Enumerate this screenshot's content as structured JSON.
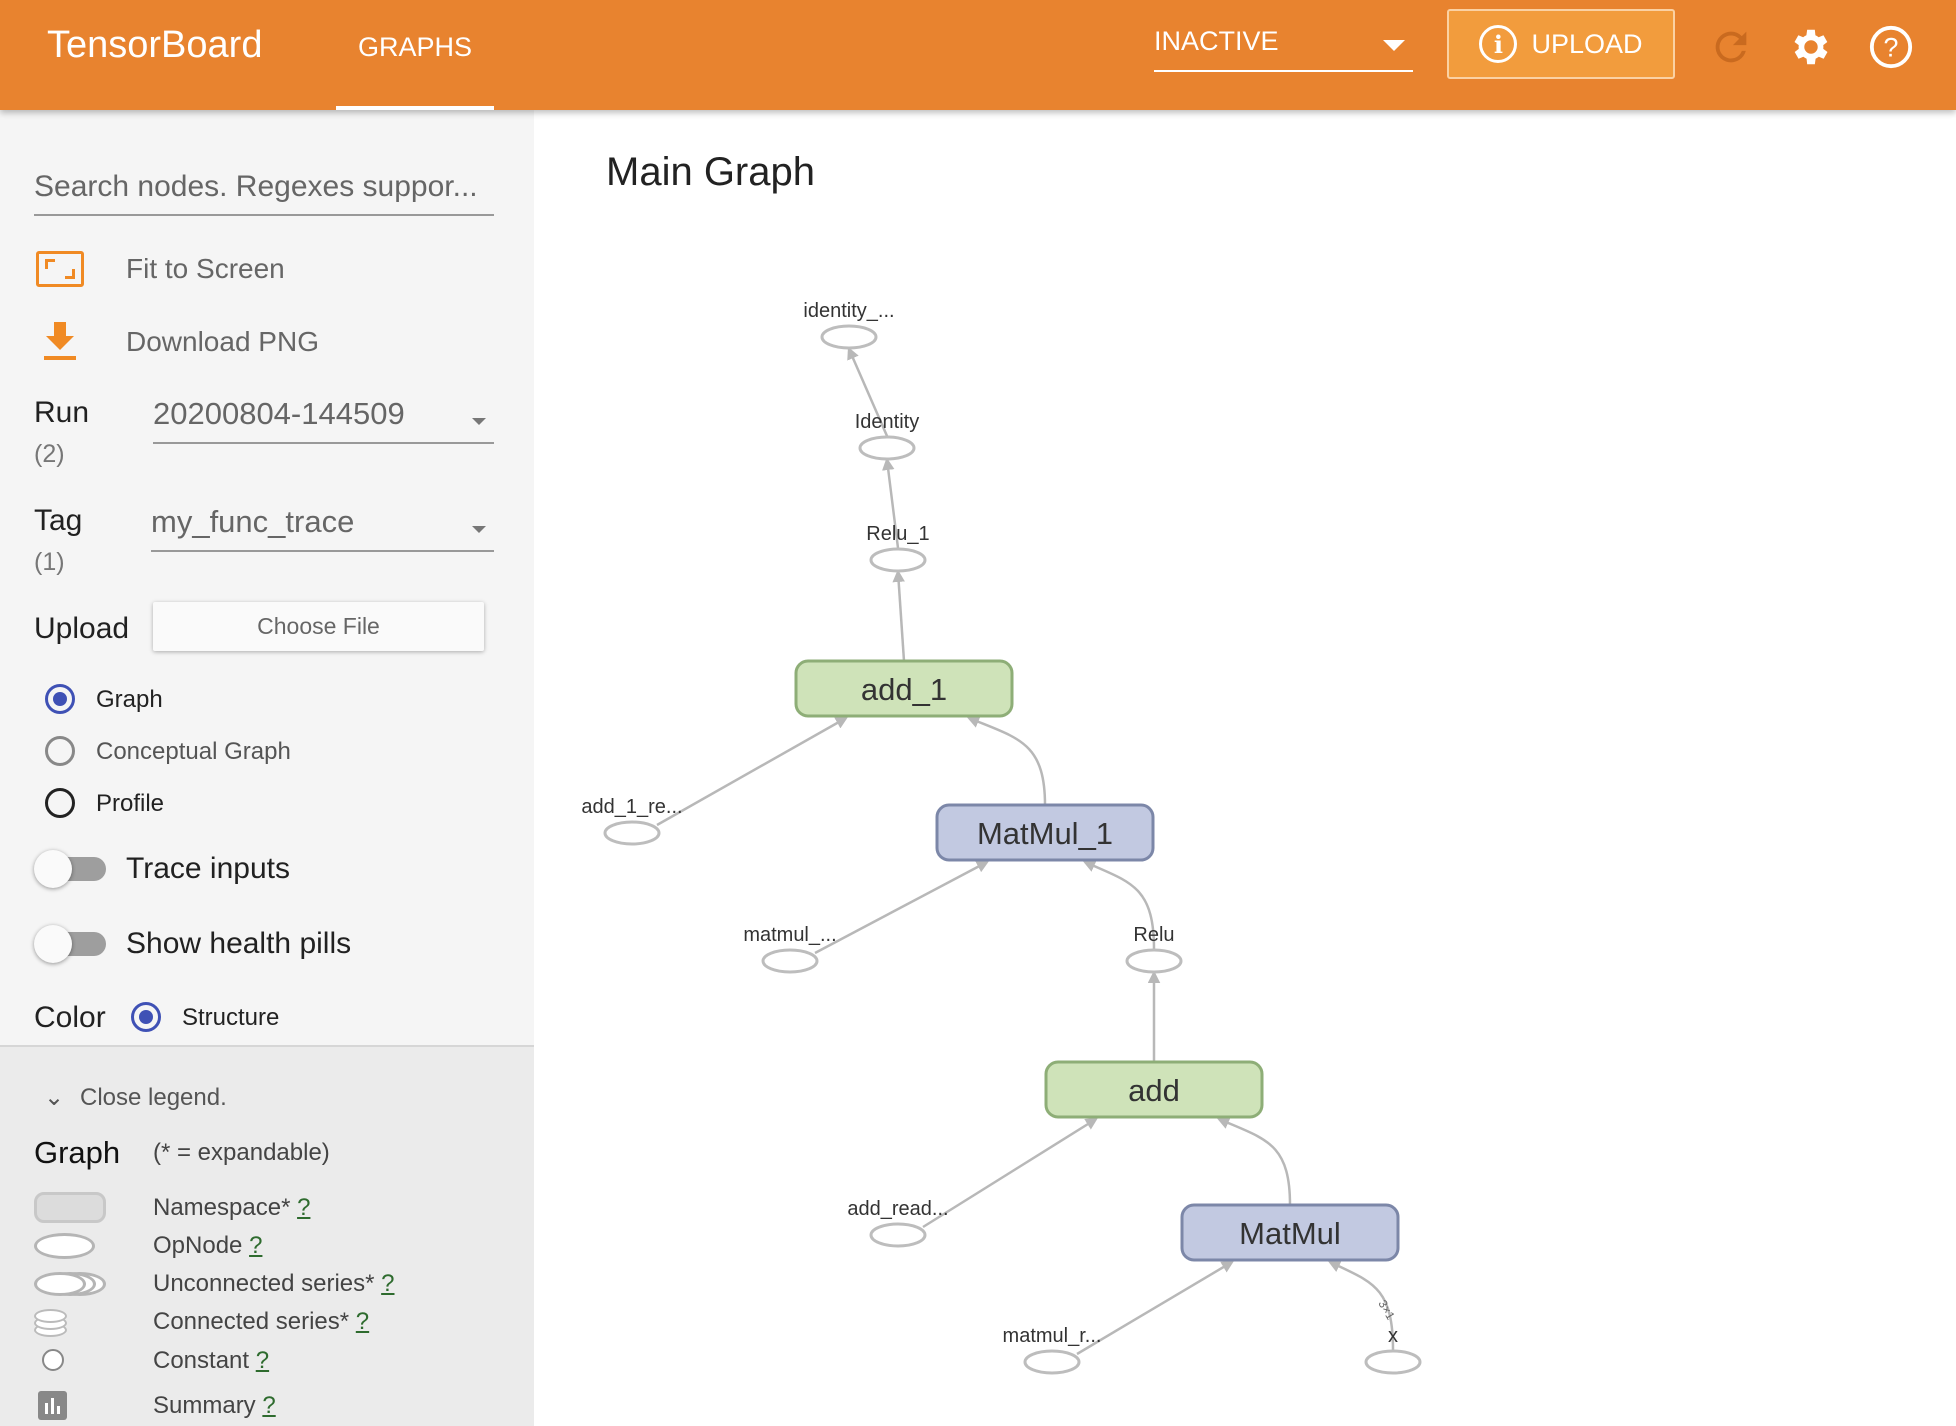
{
  "header": {
    "brand": "TensorBoard",
    "tab": "GRAPHS",
    "status_select": "INACTIVE",
    "upload_label": "UPLOAD",
    "accent": "#e8832f",
    "icons": [
      "info-icon",
      "refresh-icon",
      "gear-icon",
      "help-icon"
    ]
  },
  "sidebar": {
    "search_placeholder": "Search nodes. Regexes suppor...",
    "fit_to_screen": "Fit to Screen",
    "download_png": "Download PNG",
    "run": {
      "label": "Run",
      "count": "(2)",
      "value": "20200804-144509"
    },
    "tag": {
      "label": "Tag",
      "count": "(1)",
      "value": "my_func_trace"
    },
    "upload": {
      "label": "Upload",
      "button": "Choose File"
    },
    "graph_types": [
      {
        "label": "Graph",
        "selected": true
      },
      {
        "label": "Conceptual Graph",
        "selected": false
      },
      {
        "label": "Profile",
        "selected": false
      }
    ],
    "trace_inputs": {
      "label": "Trace inputs",
      "on": false
    },
    "health_pills": {
      "label": "Show health pills",
      "on": false
    },
    "color": {
      "label": "Color",
      "option": "Structure",
      "selected": true
    }
  },
  "legend": {
    "close": "Close legend.",
    "title": "Graph",
    "note": "(* = expandable)",
    "items": [
      {
        "label": "Namespace*",
        "help": "?"
      },
      {
        "label": "OpNode",
        "help": "?"
      },
      {
        "label": "Unconnected series*",
        "help": "?"
      },
      {
        "label": "Connected series*",
        "help": "?"
      },
      {
        "label": "Constant",
        "help": "?"
      },
      {
        "label": "Summary",
        "help": "?"
      }
    ]
  },
  "main": {
    "title": "Main Graph",
    "nodes": [
      {
        "id": "identity_out",
        "label": "identity_...",
        "type": "op"
      },
      {
        "id": "Identity",
        "label": "Identity",
        "type": "op"
      },
      {
        "id": "Relu_1",
        "label": "Relu_1",
        "type": "op"
      },
      {
        "id": "add_1",
        "label": "add_1",
        "type": "add"
      },
      {
        "id": "add_1_re",
        "label": "add_1_re...",
        "type": "op"
      },
      {
        "id": "MatMul_1",
        "label": "MatMul_1",
        "type": "matmul"
      },
      {
        "id": "matmul_",
        "label": "matmul_...",
        "type": "op"
      },
      {
        "id": "Relu",
        "label": "Relu",
        "type": "op"
      },
      {
        "id": "add",
        "label": "add",
        "type": "add"
      },
      {
        "id": "add_read",
        "label": "add_read...",
        "type": "op"
      },
      {
        "id": "MatMul",
        "label": "MatMul",
        "type": "matmul"
      },
      {
        "id": "matmul_r",
        "label": "matmul_r...",
        "type": "op"
      },
      {
        "id": "x",
        "label": "x",
        "type": "op"
      }
    ],
    "edges": [
      {
        "from": "Identity",
        "to": "identity_out"
      },
      {
        "from": "Relu_1",
        "to": "Identity"
      },
      {
        "from": "add_1",
        "to": "Relu_1"
      },
      {
        "from": "add_1_re",
        "to": "add_1"
      },
      {
        "from": "MatMul_1",
        "to": "add_1"
      },
      {
        "from": "matmul_",
        "to": "MatMul_1"
      },
      {
        "from": "Relu",
        "to": "MatMul_1"
      },
      {
        "from": "add",
        "to": "Relu"
      },
      {
        "from": "add_read",
        "to": "add"
      },
      {
        "from": "MatMul",
        "to": "add"
      },
      {
        "from": "matmul_r",
        "to": "MatMul"
      },
      {
        "from": "x",
        "to": "MatMul",
        "label": "3×1"
      }
    ],
    "colors": {
      "add_fill": "#cfe3b9",
      "add_stroke": "#8eae77",
      "matmul_fill": "#c2c9e1",
      "matmul_stroke": "#7c87a8",
      "edge": "#b8b8b8"
    }
  }
}
